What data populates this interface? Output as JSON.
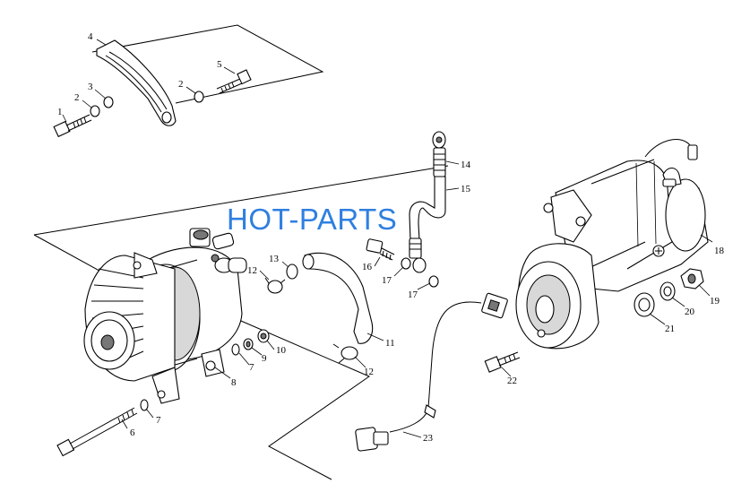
{
  "watermark": "HOT-PARTS",
  "callouts": {
    "c1": "1",
    "c2a": "2",
    "c2b": "2",
    "c3": "3",
    "c4": "4",
    "c5": "5",
    "c6": "6",
    "c7a": "7",
    "c7b": "7",
    "c8": "8",
    "c9": "9",
    "c10": "10",
    "c11": "11",
    "c12a": "12",
    "c12b": "12",
    "c13": "13",
    "c14": "14",
    "c15": "15",
    "c16": "16",
    "c17a": "17",
    "c17b": "17",
    "c18": "18",
    "c19": "19",
    "c20": "20",
    "c21": "21",
    "c22": "22",
    "c23": "23"
  }
}
